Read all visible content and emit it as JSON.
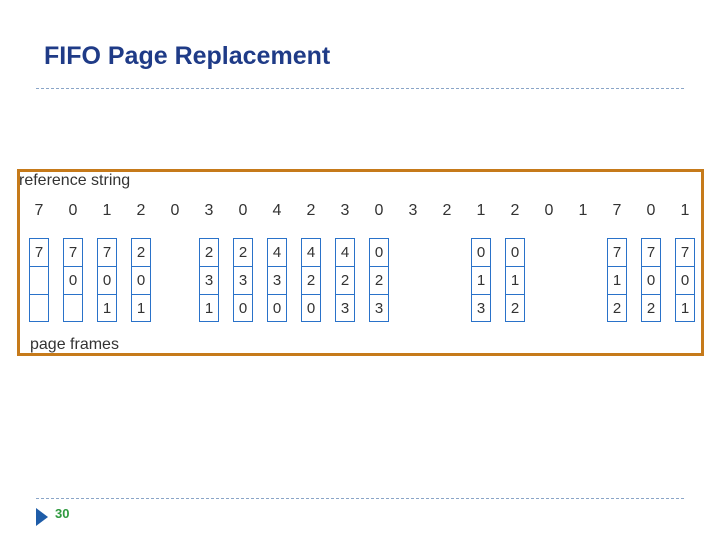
{
  "slide": {
    "title": "FIFO Page Replacement",
    "page_number": "30"
  },
  "diagram": {
    "reference_label": "reference string",
    "frames_label": "page frames",
    "reference_string": [
      "7",
      "0",
      "1",
      "2",
      "0",
      "3",
      "0",
      "4",
      "2",
      "3",
      "0",
      "3",
      "2",
      "1",
      "2",
      "0",
      "1",
      "7",
      "0",
      "1"
    ],
    "frame_columns": [
      {
        "ref_index": 0,
        "cells": [
          "7",
          "",
          ""
        ]
      },
      {
        "ref_index": 1,
        "cells": [
          "7",
          "0",
          ""
        ]
      },
      {
        "ref_index": 2,
        "cells": [
          "7",
          "0",
          "1"
        ]
      },
      {
        "ref_index": 3,
        "cells": [
          "2",
          "0",
          "1"
        ]
      },
      {
        "ref_index": 5,
        "cells": [
          "2",
          "3",
          "1"
        ]
      },
      {
        "ref_index": 6,
        "cells": [
          "2",
          "3",
          "0"
        ]
      },
      {
        "ref_index": 7,
        "cells": [
          "4",
          "3",
          "0"
        ]
      },
      {
        "ref_index": 8,
        "cells": [
          "4",
          "2",
          "0"
        ]
      },
      {
        "ref_index": 9,
        "cells": [
          "4",
          "2",
          "3"
        ]
      },
      {
        "ref_index": 10,
        "cells": [
          "0",
          "2",
          "3"
        ]
      },
      {
        "ref_index": 13,
        "cells": [
          "0",
          "1",
          "3"
        ]
      },
      {
        "ref_index": 14,
        "cells": [
          "0",
          "1",
          "2"
        ]
      },
      {
        "ref_index": 17,
        "cells": [
          "7",
          "1",
          "2"
        ]
      },
      {
        "ref_index": 18,
        "cells": [
          "7",
          "0",
          "2"
        ]
      },
      {
        "ref_index": 19,
        "cells": [
          "7",
          "0",
          "1"
        ]
      }
    ],
    "colors": {
      "title": "#1f3b87",
      "box_border": "#c67a1a",
      "frame_border": "#2a72c9",
      "page_number": "#2f9a3f"
    }
  }
}
